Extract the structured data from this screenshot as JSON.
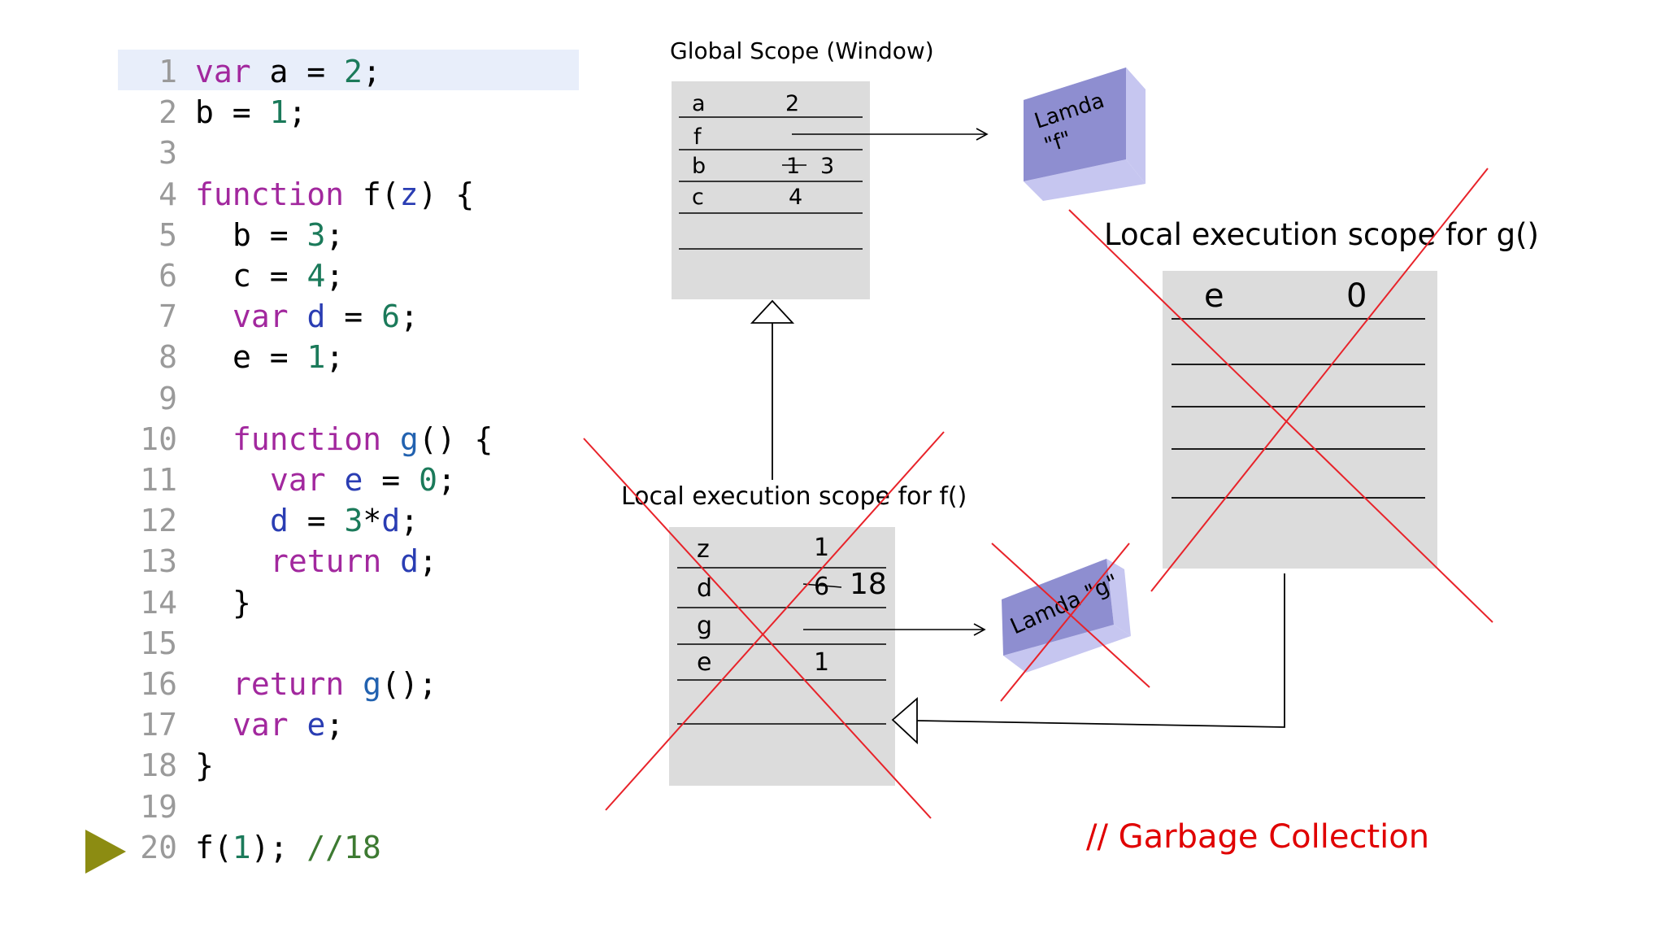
{
  "code_lines": [
    {
      "num": "1",
      "indent": 0,
      "tokens": [
        [
          "keyword",
          "var"
        ],
        [
          "plain",
          " a = "
        ],
        [
          "number",
          "2"
        ],
        [
          "plain",
          ";"
        ]
      ]
    },
    {
      "num": "2",
      "indent": 0,
      "tokens": [
        [
          "plain",
          "b = "
        ],
        [
          "number",
          "1"
        ],
        [
          "plain",
          ";"
        ]
      ]
    },
    {
      "num": "3",
      "indent": 0,
      "tokens": []
    },
    {
      "num": "4",
      "indent": 0,
      "tokens": [
        [
          "keyword",
          "function"
        ],
        [
          "plain",
          " f("
        ],
        [
          "param",
          "z"
        ],
        [
          "plain",
          ") {"
        ]
      ]
    },
    {
      "num": "5",
      "indent": 1,
      "tokens": [
        [
          "plain",
          "b = "
        ],
        [
          "number",
          "3"
        ],
        [
          "plain",
          ";"
        ]
      ]
    },
    {
      "num": "6",
      "indent": 1,
      "tokens": [
        [
          "plain",
          "c = "
        ],
        [
          "number",
          "4"
        ],
        [
          "plain",
          ";"
        ]
      ]
    },
    {
      "num": "7",
      "indent": 1,
      "tokens": [
        [
          "keyword",
          "var"
        ],
        [
          "plain",
          " "
        ],
        [
          "param",
          "d"
        ],
        [
          "plain",
          " = "
        ],
        [
          "number",
          "6"
        ],
        [
          "plain",
          ";"
        ]
      ]
    },
    {
      "num": "8",
      "indent": 1,
      "tokens": [
        [
          "plain",
          "e = "
        ],
        [
          "number",
          "1"
        ],
        [
          "plain",
          ";"
        ]
      ]
    },
    {
      "num": "9",
      "indent": 0,
      "tokens": []
    },
    {
      "num": "10",
      "indent": 1,
      "tokens": [
        [
          "keyword",
          "function"
        ],
        [
          "plain",
          " "
        ],
        [
          "fname",
          "g"
        ],
        [
          "plain",
          "() {"
        ]
      ]
    },
    {
      "num": "11",
      "indent": 2,
      "tokens": [
        [
          "keyword",
          "var"
        ],
        [
          "plain",
          " "
        ],
        [
          "param",
          "e"
        ],
        [
          "plain",
          " = "
        ],
        [
          "number",
          "0"
        ],
        [
          "plain",
          ";"
        ]
      ]
    },
    {
      "num": "12",
      "indent": 2,
      "tokens": [
        [
          "param",
          "d"
        ],
        [
          "plain",
          " = "
        ],
        [
          "number",
          "3"
        ],
        [
          "plain",
          "*"
        ],
        [
          "param",
          "d"
        ],
        [
          "plain",
          ";"
        ]
      ]
    },
    {
      "num": "13",
      "indent": 2,
      "tokens": [
        [
          "keyword",
          "return"
        ],
        [
          "plain",
          " "
        ],
        [
          "param",
          "d"
        ],
        [
          "plain",
          ";"
        ]
      ]
    },
    {
      "num": "14",
      "indent": 1,
      "tokens": [
        [
          "plain",
          "}"
        ]
      ]
    },
    {
      "num": "15",
      "indent": 0,
      "tokens": []
    },
    {
      "num": "16",
      "indent": 1,
      "tokens": [
        [
          "keyword",
          "return"
        ],
        [
          "plain",
          " "
        ],
        [
          "fname",
          "g"
        ],
        [
          "plain",
          "();"
        ]
      ]
    },
    {
      "num": "17",
      "indent": 1,
      "tokens": [
        [
          "keyword",
          "var"
        ],
        [
          "plain",
          " "
        ],
        [
          "param",
          "e"
        ],
        [
          "plain",
          ";"
        ]
      ]
    },
    {
      "num": "18",
      "indent": 0,
      "tokens": [
        [
          "plain",
          "}"
        ]
      ]
    },
    {
      "num": "19",
      "indent": 0,
      "tokens": []
    },
    {
      "num": "20",
      "indent": 0,
      "tokens": [
        [
          "plain",
          "f("
        ],
        [
          "number",
          "1"
        ],
        [
          "plain",
          "); "
        ],
        [
          "comment",
          "//18"
        ]
      ]
    }
  ],
  "highlighted_line": "1",
  "current_line": "20",
  "global_scope": {
    "title": "Global Scope (Window)",
    "rows": [
      {
        "name": "a",
        "value": "2"
      },
      {
        "name": "f",
        "value": ""
      },
      {
        "name": "b",
        "old_value": "1",
        "value": "3"
      },
      {
        "name": "c",
        "value": "4"
      }
    ]
  },
  "lamda_f": {
    "line1": "Lamda",
    "line2": "\"f\""
  },
  "scope_f": {
    "title": "Local execution scope for f()",
    "rows": [
      {
        "name": "z",
        "value": "1"
      },
      {
        "name": "d",
        "old_value": "6",
        "value": "18"
      },
      {
        "name": "g",
        "value": ""
      },
      {
        "name": "e",
        "value": "1"
      }
    ]
  },
  "lamda_g": {
    "label": "Lamda \"g\""
  },
  "scope_g": {
    "title": "Local execution scope for g()",
    "rows": [
      {
        "name": "e",
        "value": "0"
      }
    ]
  },
  "gc_label": "// Garbage Collection",
  "colors": {
    "cross": "#e8232a",
    "box": "#dcdcdc",
    "cube_front": "#8e8ed0",
    "cube_top": "#b6b6e6",
    "cube_side": "#c6c6f0",
    "exec_arrow": "#8c8c12"
  }
}
